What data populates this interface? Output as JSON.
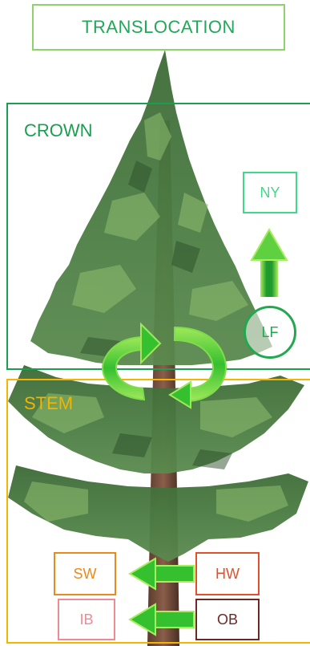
{
  "title": "TRANSLOCATION",
  "regions": {
    "crown": "CROWN",
    "stem": "STEM"
  },
  "boxes": {
    "ny": "NY",
    "lf": "LF",
    "sw": "SW",
    "hw": "HW",
    "ib": "IB",
    "ob": "OB"
  },
  "colors": {
    "title_green": "#22a858",
    "title_border": "#8fd16a",
    "crown_green": "#1a9e4f",
    "stem_orange": "#f4b400",
    "ny_green": "#3fd98a",
    "lf_green": "#22a84e",
    "sw_orange": "#ea8a1c",
    "hw_red": "#e0502a",
    "ib_pink": "#ef8a93",
    "ob_brown": "#6b2a24",
    "arrow_green": "#2fc030",
    "arrow_light": "#a8ec60"
  }
}
